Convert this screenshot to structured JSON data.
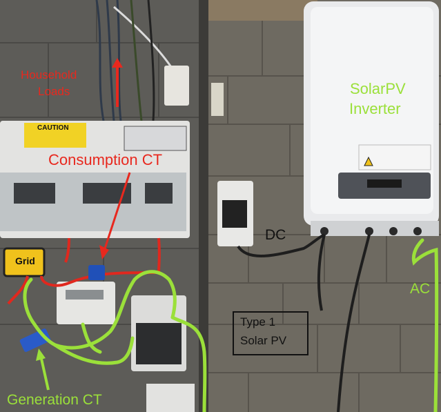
{
  "labels": {
    "household_loads_line1": "Household",
    "household_loads_line2": "Loads",
    "consumption_ct": "Consumption CT",
    "solar_pv_line1": "SolarPV",
    "solar_pv_line2": "Inverter",
    "dc": "DC",
    "ac": "AC",
    "type1_line1": "Type 1",
    "type1_line2": "Solar PV",
    "generation_ct": "Generation CT",
    "grid": "Grid",
    "caution": "CAUTION"
  },
  "colors": {
    "annotation_red": "#e8281e",
    "annotation_green": "#9be03a",
    "wall": "#6b665e",
    "inverter_body": "#e9eaec"
  }
}
